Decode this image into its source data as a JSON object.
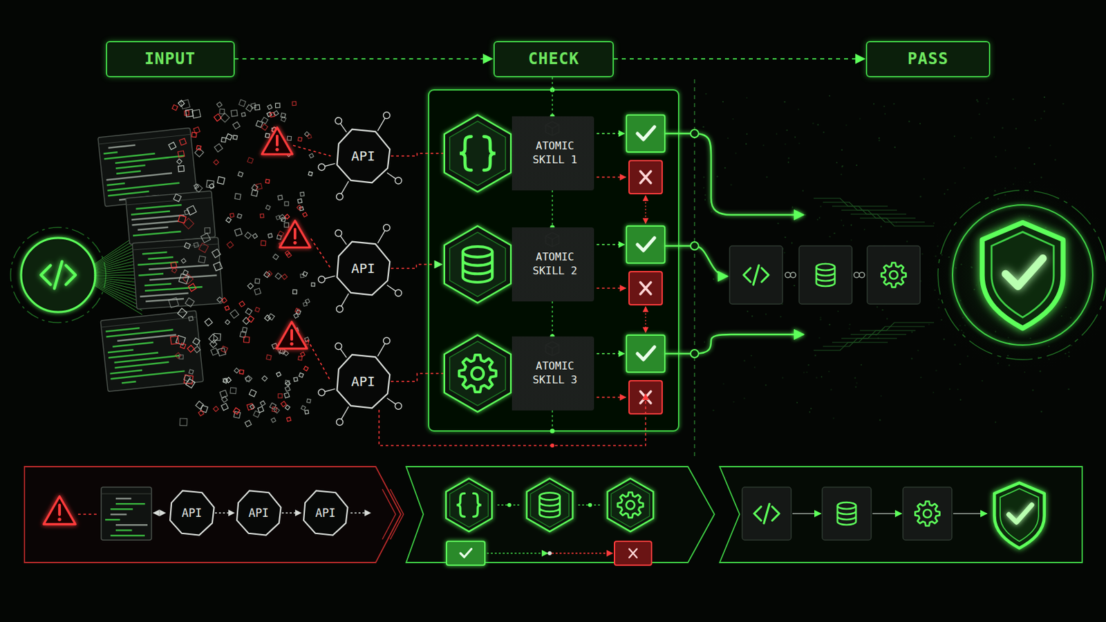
{
  "diagram": {
    "nodes": [
      {
        "text": [
          "INPUT"
        ]
      },
      {
        "text": [
          "CHECK"
        ]
      },
      {
        "text": [
          "PASS"
        ]
      },
      {
        "text": [
          "API"
        ]
      },
      {
        "text": [
          "API"
        ]
      },
      {
        "text": [
          "API"
        ]
      },
      {
        "text": [
          "ATOMIC SKILL 1"
        ]
      },
      {
        "text": [
          "ATOMIC SKILL 2"
        ]
      },
      {
        "text": [
          "ATOMIC SKILL 3"
        ]
      },
      {
        "text": [
          "API"
        ]
      },
      {
        "text": [
          "API"
        ]
      },
      {
        "text": [
          "API"
        ]
      }
    ],
    "edges": [
      {
        "from": 0,
        "to": 1,
        "arrow": "to"
      },
      {
        "from": 1,
        "to": 2,
        "arrow": "to"
      },
      {
        "from": 3,
        "to": 6,
        "arrow": "none"
      },
      {
        "from": 4,
        "to": 7,
        "arrow": "to"
      },
      {
        "from": 5,
        "to": 8,
        "arrow": "none"
      },
      {
        "from": 9,
        "to": 10,
        "arrow": "to"
      },
      {
        "from": 10,
        "to": 11,
        "arrow": "to"
      }
    ]
  }
}
